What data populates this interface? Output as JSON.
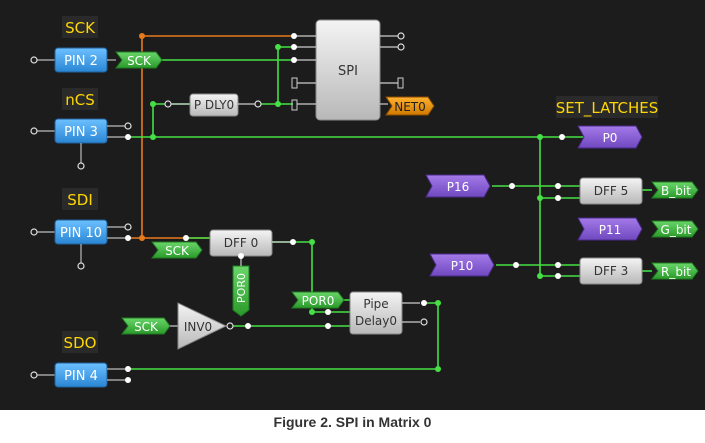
{
  "pins": {
    "sck": {
      "tag": "SCK",
      "label": "PIN 2"
    },
    "ncs": {
      "tag": "nCS",
      "label": "PIN 3"
    },
    "sdi": {
      "tag": "SDI",
      "label": "PIN 10"
    },
    "sdo": {
      "tag": "SDO",
      "label": "PIN 4"
    }
  },
  "blocks": {
    "spi": "SPI",
    "pdly": "P DLY0",
    "dff0": "DFF 0",
    "dff5": "DFF 5",
    "dff3": "DFF 3",
    "pipe_line1": "Pipe",
    "pipe_line2": "Delay0",
    "inv": "INV0"
  },
  "nets": {
    "sck_out": "SCK",
    "net0": "NET0",
    "sck_dff": "SCK",
    "sck_inv": "SCK",
    "por_vertical": "POR0",
    "por_pipe": "POR0",
    "p0": "P0",
    "p16": "P16",
    "p11": "P11",
    "p10": "P10",
    "b_bit": "B_bit",
    "g_bit": "G_bit",
    "r_bit": "R_bit"
  },
  "labels": {
    "set_latches": "SET_LATCHES"
  },
  "caption": "Figure 2. SPI in Matrix 0",
  "colors": {
    "background": "#1c1c1c",
    "pin_blue": "#3a9ee8",
    "net_green": "#3cb63c",
    "wire_green": "#45e045",
    "wire_orange": "#e87a1e",
    "bus_purple": "#8c5ad8",
    "tag_yellow": "#ffd700",
    "net0_orange": "#e89514",
    "block_gray": "#d8d8d8"
  }
}
